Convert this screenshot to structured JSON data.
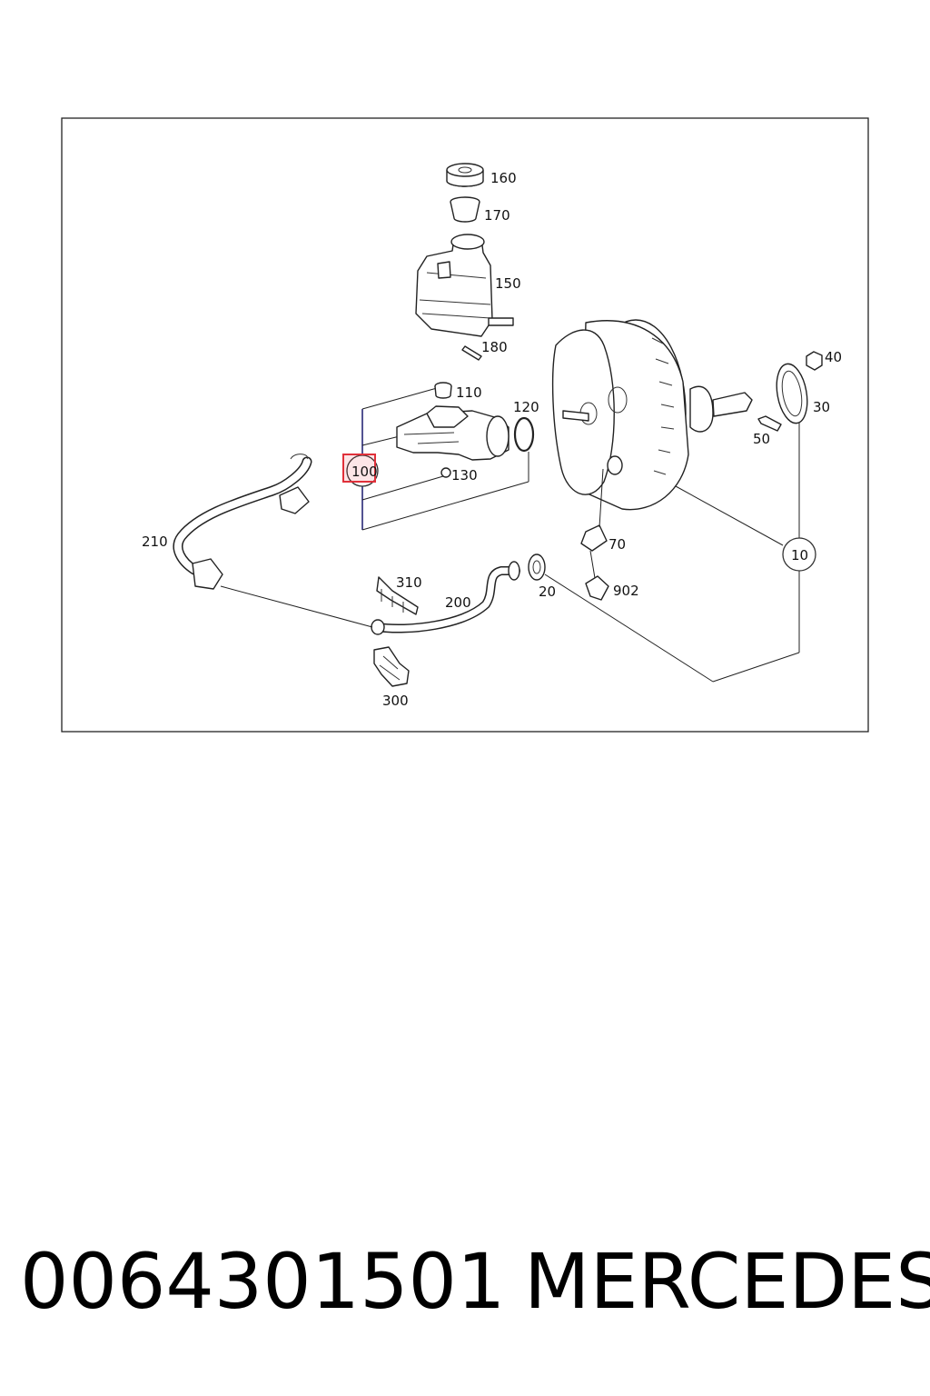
{
  "diagram": {
    "callouts": {
      "c160": "160",
      "c170": "170",
      "c150": "150",
      "c180": "180",
      "c110": "110",
      "c120": "120",
      "c100": "100",
      "c130": "130",
      "c40": "40",
      "c30": "30",
      "c50": "50",
      "c70": "70",
      "c10": "10",
      "c902": "902",
      "c20": "20",
      "c210": "210",
      "c310": "310",
      "c200": "200",
      "c300": "300"
    },
    "highlight_color": "#e0303a",
    "frame_color": "#222222",
    "assembly_bracket_color": "#1a1a6e"
  },
  "footer": {
    "part_number": "0064301501",
    "brand": "MERCEDES"
  }
}
